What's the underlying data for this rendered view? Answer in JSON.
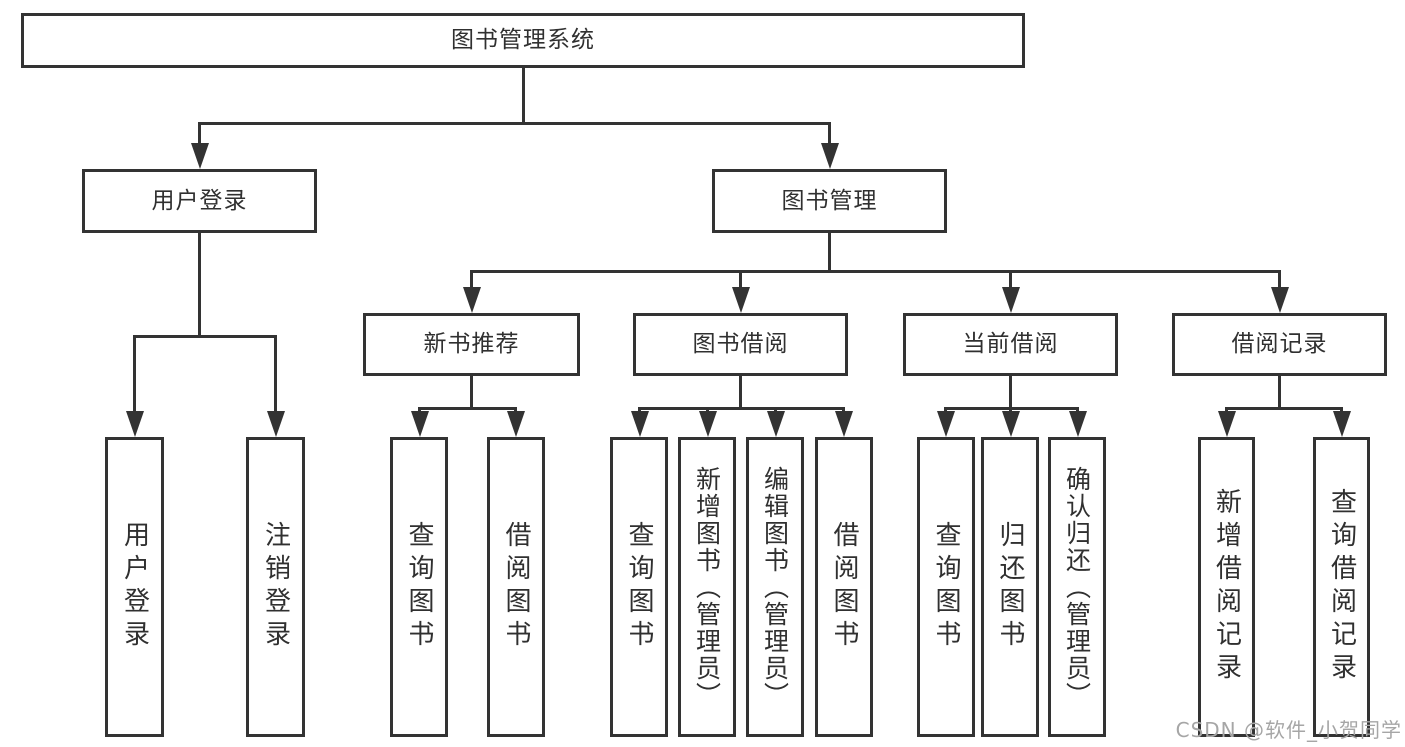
{
  "colors": {
    "line": "#333333",
    "text": "#303030",
    "box_background": "#ffffff",
    "watermark": "#a6a6a6"
  },
  "tree": {
    "root": "图书管理系统",
    "branches": [
      {
        "label": "用户登录",
        "children": [
          "用户登录",
          "注销登录"
        ]
      },
      {
        "label": "图书管理",
        "sections": [
          {
            "label": "新书推荐",
            "children": [
              "查询图书",
              "借阅图书"
            ]
          },
          {
            "label": "图书借阅",
            "children": [
              "查询图书",
              "新增图书（管理员）",
              "编辑图书（管理员）",
              "借阅图书"
            ]
          },
          {
            "label": "当前借阅",
            "children": [
              "查询图书",
              "归还图书",
              "确认归还（管理员）"
            ]
          },
          {
            "label": "借阅记录",
            "children": [
              "新增借阅记录",
              "查询借阅记录"
            ]
          }
        ]
      }
    ]
  },
  "watermark": {
    "text": "CSDN @软件_小贺同学"
  }
}
